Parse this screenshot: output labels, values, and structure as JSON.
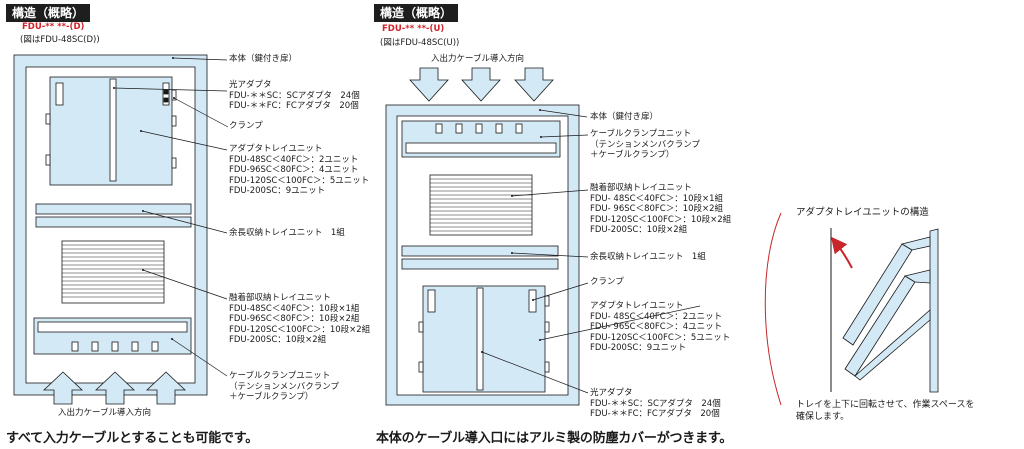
{
  "left": {
    "header": "構造（概略）",
    "model": "FDU-** **-(D)",
    "figure_note": "(図はFDU-48SC(D))",
    "labels": {
      "body": "本体（鍵付き扉）",
      "optical_adapter": [
        "光アダプタ",
        "FDU-＊＊SC：SCアダプタ　24個",
        "FDU-＊＊FC：FCアダプタ　20個"
      ],
      "clamp": "クランプ",
      "adapter_tray": [
        "アダプタトレイユニット",
        "FDU-48SC＜40FC＞：2ユニット",
        "FDU-96SC＜80FC＞：4ユニット",
        "FDU-120SC＜100FC＞：5ユニット",
        "FDU-200SC：9ユニット"
      ],
      "slack_tray": "余長収納トレイユニット　1組",
      "fusion_tray": [
        "融着部収納トレイユニット",
        "FDU-48SC＜40FC＞：10段×1組",
        "FDU-96SC＜80FC＞：10段×2組",
        "FDU-120SC＜100FC＞：10段×2組",
        "FDU-200SC：10段×2組"
      ],
      "cable_clamp": [
        "ケーブルクランプユニット",
        "（テンションメンバクランプ",
        "＋ケーブルクランプ）"
      ]
    },
    "direction": "入出力ケーブル導入方向",
    "caption": "すべて入力ケーブルとすることも可能です。"
  },
  "middle": {
    "header": "構造（概略）",
    "model": "FDU-** **-(U)",
    "figure_note": "(図はFDU-48SC(U))",
    "direction": "入出力ケーブル導入方向",
    "labels": {
      "body": "本体（鍵付き扉）",
      "cable_clamp": [
        "ケーブルクランプユニット",
        "（テンションメンバクランプ",
        "＋ケーブルクランプ）"
      ],
      "fusion_tray": [
        "融着部収納トレイユニット",
        "FDU- 48SC＜40FC＞：10段×1組",
        "FDU- 96SC＜80FC＞：10段×2組",
        "FDU-120SC＜100FC＞：10段×2組",
        "FDU-200SC：10段×2組"
      ],
      "slack_tray": "余長収納トレイユニット　1組",
      "clamp": "クランプ",
      "adapter_tray": [
        "アダプタトレイユニット",
        "FDU- 48SC＜40FC＞：2ユニット",
        "FDU- 96SC＜80FC＞：4ユニット",
        "FDU-120SC＜100FC＞：5ユニット",
        "FDU-200SC：9ユニット"
      ],
      "optical_adapter": [
        "光アダプタ",
        "FDU-＊＊SC：SCアダプタ　24個",
        "FDU-＊＊FC：FCアダプタ　20個"
      ]
    },
    "caption": "本体のケーブル導入口にはアルミ製の防塵カバーがつきます。"
  },
  "right": {
    "title": "アダプタトレイユニットの構造",
    "note": [
      "トレイを上下に回転させて、作業スペースを",
      "確保します。"
    ]
  },
  "colors": {
    "fill": "#d4e9f6",
    "stroke": "#1a1a1a",
    "accent": "#c8262a",
    "header_bg": "#1e1e1e"
  }
}
